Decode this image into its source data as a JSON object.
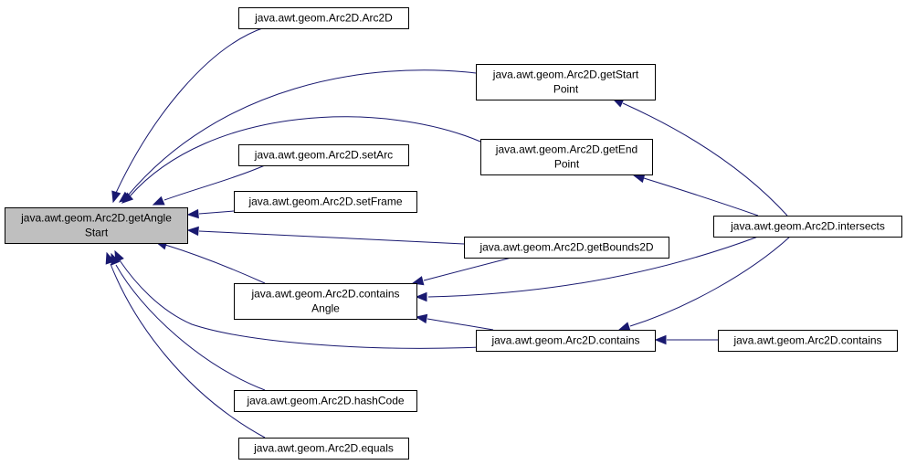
{
  "colors": {
    "edge": "#191970",
    "node_fill": "#ffffff",
    "focus_fill": "#bfbfbf",
    "border": "#000000"
  },
  "nodes": {
    "getAngleStart": {
      "lines": [
        "java.awt.geom.Arc2D.getAngle",
        "Start"
      ],
      "focus": true
    },
    "arc2d": {
      "lines": [
        "java.awt.geom.Arc2D.Arc2D"
      ]
    },
    "getStartPoint": {
      "lines": [
        "java.awt.geom.Arc2D.getStart",
        "Point"
      ]
    },
    "getEndPoint": {
      "lines": [
        "java.awt.geom.Arc2D.getEnd",
        "Point"
      ]
    },
    "setArc": {
      "lines": [
        "java.awt.geom.Arc2D.setArc"
      ]
    },
    "setFrame": {
      "lines": [
        "java.awt.geom.Arc2D.setFrame"
      ]
    },
    "getBounds2D": {
      "lines": [
        "java.awt.geom.Arc2D.getBounds2D"
      ]
    },
    "containsAngle": {
      "lines": [
        "java.awt.geom.Arc2D.contains",
        "Angle"
      ]
    },
    "contains1": {
      "lines": [
        "java.awt.geom.Arc2D.contains"
      ]
    },
    "intersects": {
      "lines": [
        "java.awt.geom.Arc2D.intersects"
      ]
    },
    "contains2": {
      "lines": [
        "java.awt.geom.Arc2D.contains"
      ]
    },
    "hashCode": {
      "lines": [
        "java.awt.geom.Arc2D.hashCode"
      ]
    },
    "equals": {
      "lines": [
        "java.awt.geom.Arc2D.equals"
      ]
    }
  },
  "edges": [
    {
      "from": "arc2d",
      "to": "getAngleStart"
    },
    {
      "from": "getStartPoint",
      "to": "getAngleStart"
    },
    {
      "from": "getEndPoint",
      "to": "getAngleStart"
    },
    {
      "from": "setArc",
      "to": "getAngleStart"
    },
    {
      "from": "setFrame",
      "to": "getAngleStart"
    },
    {
      "from": "getBounds2D",
      "to": "getAngleStart"
    },
    {
      "from": "containsAngle",
      "to": "getAngleStart"
    },
    {
      "from": "contains1",
      "to": "getAngleStart"
    },
    {
      "from": "hashCode",
      "to": "getAngleStart"
    },
    {
      "from": "equals",
      "to": "getAngleStart"
    },
    {
      "from": "intersects",
      "to": "getStartPoint"
    },
    {
      "from": "intersects",
      "to": "getEndPoint"
    },
    {
      "from": "intersects",
      "to": "containsAngle"
    },
    {
      "from": "intersects",
      "to": "contains1"
    },
    {
      "from": "getBounds2D",
      "to": "containsAngle"
    },
    {
      "from": "contains1",
      "to": "containsAngle"
    },
    {
      "from": "contains2",
      "to": "contains1"
    }
  ]
}
